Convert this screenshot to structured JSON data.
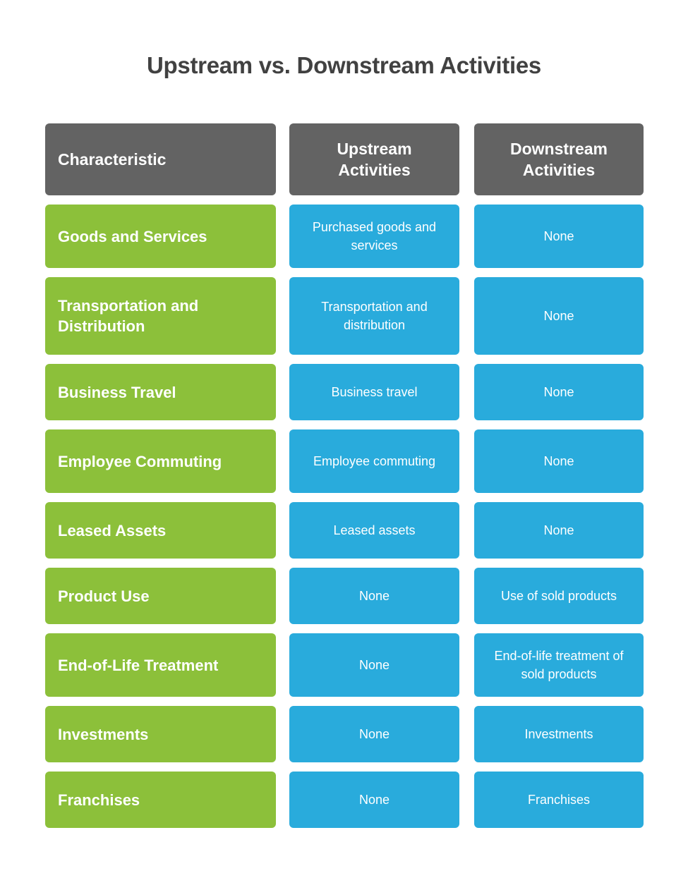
{
  "page": {
    "title": "Upstream vs. Downstream Activities",
    "background_color": "#ffffff"
  },
  "colors": {
    "title_text": "#414141",
    "header_cell": "#636363",
    "characteristic_cell": "#8CC03A",
    "value_cell": "#29ABDC",
    "cell_text": "#ffffff"
  },
  "chart_data": {
    "type": "table",
    "title": "Upstream vs. Downstream Activities",
    "columns": [
      "Characteristic",
      "Upstream Activities",
      "Downstream Activities"
    ],
    "rows": [
      [
        "Goods and Services",
        "Purchased goods and services",
        "None"
      ],
      [
        "Transportation and Distribution",
        "Transportation and distribution",
        "None"
      ],
      [
        "Business Travel",
        "Business travel",
        "None"
      ],
      [
        "Employee Commuting",
        "Employee commuting",
        "None"
      ],
      [
        "Leased Assets",
        "Leased assets",
        "None"
      ],
      [
        "Product Use",
        "None",
        "Use of sold products"
      ],
      [
        "End-of-Life Treatment",
        "None",
        "End-of-life treatment of sold products"
      ],
      [
        "Investments",
        "None",
        "Investments"
      ],
      [
        "Franchises",
        "None",
        "Franchises"
      ]
    ]
  },
  "table": {
    "header": {
      "characteristic": "Characteristic",
      "upstream": "Upstream Activities",
      "downstream": "Downstream Activities"
    },
    "rows": [
      {
        "characteristic": "Goods and Services",
        "upstream": "Purchased goods and services",
        "downstream": "None"
      },
      {
        "characteristic": "Transportation and Distribution",
        "upstream": "Transportation and distribution",
        "downstream": "None"
      },
      {
        "characteristic": "Business Travel",
        "upstream": "Business travel",
        "downstream": "None"
      },
      {
        "characteristic": "Employee Commuting",
        "upstream": "Employee commuting",
        "downstream": "None"
      },
      {
        "characteristic": "Leased Assets",
        "upstream": "Leased assets",
        "downstream": "None"
      },
      {
        "characteristic": "Product Use",
        "upstream": "None",
        "downstream": "Use of sold products"
      },
      {
        "characteristic": "End-of-Life Treatment",
        "upstream": "None",
        "downstream": "End-of-life treatment of sold products"
      },
      {
        "characteristic": "Investments",
        "upstream": "None",
        "downstream": "Investments"
      },
      {
        "characteristic": "Franchises",
        "upstream": "None",
        "downstream": "Franchises"
      }
    ]
  }
}
